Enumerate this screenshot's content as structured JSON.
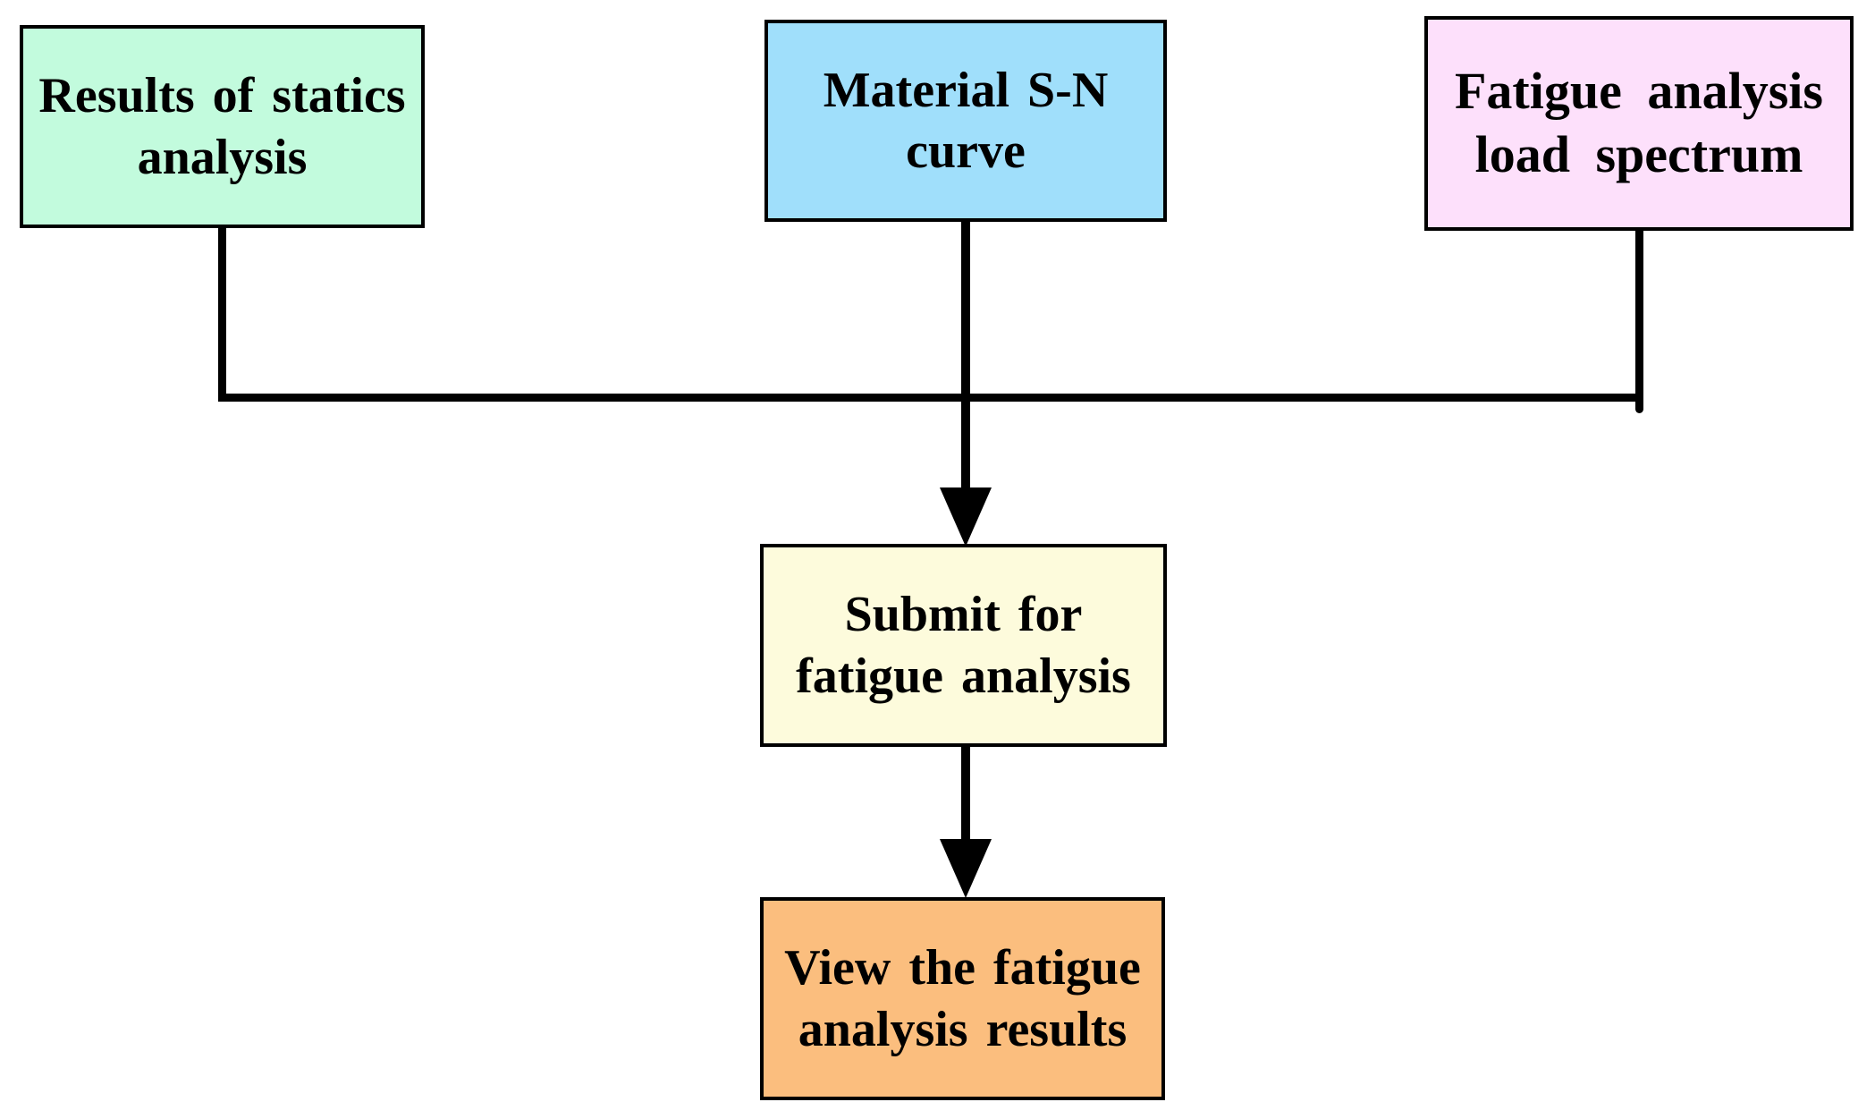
{
  "page": {
    "background": "#ffffff"
  },
  "connectors": {
    "color": "#000000"
  },
  "nodes": {
    "statics": {
      "line1": "Results of statics",
      "line2": "analysis",
      "bg": "#c2fbdd"
    },
    "sn_curve": {
      "line1": "Material S-N",
      "line2": "curve",
      "bg": "#a0dffb"
    },
    "load_spectrum": {
      "line1": "Fatigue analysis",
      "line2": "load spectrum",
      "bg": "#fde0fb"
    },
    "submit": {
      "line1": "Submit for",
      "line2": "fatigue analysis",
      "bg": "#fdfbdc"
    },
    "view": {
      "line1": "View the fatigue",
      "line2": "analysis results",
      "bg": "#fbbe7e"
    }
  }
}
